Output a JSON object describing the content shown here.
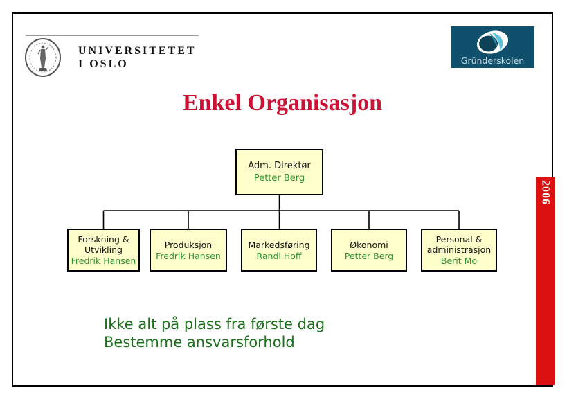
{
  "header": {
    "university_logo": {
      "name_line1": "UNIVERSITETET",
      "name_line2": "I OSLO"
    },
    "grunderskolen": {
      "label": "Gründerskolen"
    }
  },
  "title": "Enkel Organisasjon",
  "year_tab": "2006",
  "org_chart": {
    "root": {
      "role": "Adm. Direktør",
      "person": "Petter Berg"
    },
    "departments": [
      {
        "role": "Forskning &\nUtvikling",
        "person": "Fredrik Hansen"
      },
      {
        "role": "Produksjon",
        "person": "Fredrik Hansen"
      },
      {
        "role": "Markedsføring",
        "person": "Randi Hoff"
      },
      {
        "role": "Økonomi",
        "person": "Petter Berg"
      },
      {
        "role": "Personal &\nadministrasjon",
        "person": "Berit Mo"
      }
    ]
  },
  "notes": [
    "Ikke alt på plass fra første dag",
    "Bestemme ansvarsforhold"
  ],
  "colors": {
    "title_red": "#cc1135",
    "box_fill": "#ffffcc",
    "person_green": "#2e9431",
    "notes_green": "#1d6f1d",
    "year_bar_red": "#dd1011",
    "grunderskolen_bg": "#10506c"
  }
}
